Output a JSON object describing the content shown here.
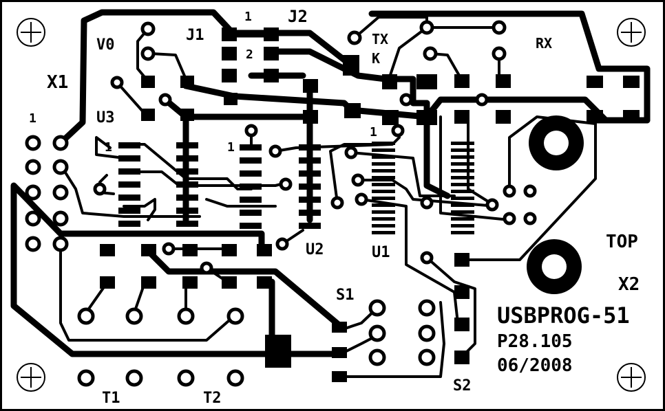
{
  "board": {
    "name": "USBPROG-51",
    "code": "P28.105",
    "date": "06/2008",
    "side": "TOP"
  },
  "labels": {
    "x1": "X1",
    "x2": "X2",
    "j1": "J1",
    "j2": "J2",
    "u1": "U1",
    "u2": "U2",
    "u3": "U3",
    "s1": "S1",
    "s2": "S2",
    "t1": "T1",
    "t2": "T2",
    "tx": "TX",
    "k": "K",
    "rx": "RX",
    "v0": "V0",
    "pin_j2_1": "1",
    "pin_j2_2": "2",
    "pin_x1": "1",
    "pin_u3": "1",
    "pin_u2": "1",
    "pin_u1": "1"
  },
  "colors": {
    "copper": "#000000",
    "background": "#ffffff"
  }
}
